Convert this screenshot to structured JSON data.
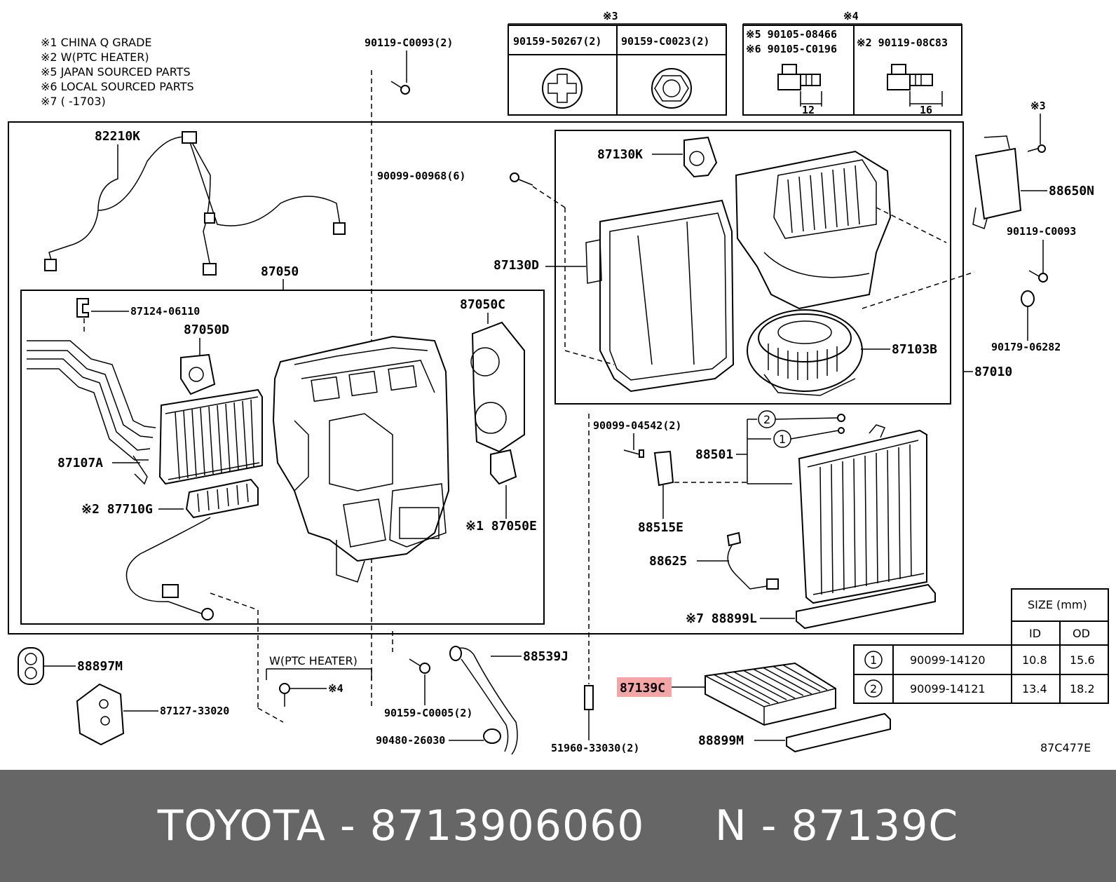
{
  "notes": [
    "※1 CHINA Q GRADE",
    "※2 W(PTC HEATER)",
    "※5 JAPAN SOURCED PARTS",
    "※6 LOCAL SOURCED PARTS",
    "※7 (        -1703)"
  ],
  "labels": {
    "p90119_top": "90119-C0093(2)",
    "mark3": "※3",
    "mark4": "※4",
    "p90159_50267": "90159-50267(2)",
    "p90159_c0023": "90159-C0023(2)",
    "p90105_08466": "※5 90105-08466",
    "p90105_c0196": "※6 90105-C0196",
    "p90119_08c83": "※2 90119-08C83",
    "dim12": "12",
    "dim16": "16",
    "p82210k": "82210K",
    "p87050": "87050",
    "p90099_00968": "90099-00968(6)",
    "p87130k": "87130K",
    "p87130d": "87130D",
    "p87010": "87010",
    "p88650n": "88650N",
    "mark3b": "※3",
    "p90119_c0093_r": "90119-C0093",
    "p90179_06282": "90179-06282",
    "p87103b": "87103B",
    "p87124_06110": "87124-06110",
    "p87050d": "87050D",
    "p87050c": "87050C",
    "p87107a": "87107A",
    "p87710g": "※2 87710G",
    "p87050e": "※1 87050E",
    "p90099_04542": "90099-04542(2)",
    "p88501": "88501",
    "p88515e": "88515E",
    "p88625": "88625",
    "p88899l": "※7 88899L",
    "p88897m": "88897M",
    "p87127_33020": "87127-33020",
    "wptc": "W(PTC HEATER)",
    "mark4b": "※4",
    "p90159_c0005": "90159-C0005(2)",
    "p88539j": "88539J",
    "p90480_26030": "90480-26030",
    "p51960_33030": "51960-33030(2)",
    "p87139c": "87139C",
    "p88899m": "88899M",
    "fig_code": "87C477E",
    "circ1": "1",
    "circ2": "2"
  },
  "size_table": {
    "title": "SIZE (mm)",
    "headers": [
      "ID",
      "OD"
    ],
    "rows": [
      {
        "idx": "1",
        "part": "90099-14120",
        "id": "10.8",
        "od": "15.6"
      },
      {
        "idx": "2",
        "part": "90099-14121",
        "id": "13.4",
        "od": "18.2"
      }
    ]
  },
  "highlight_color": "#f4a6a6",
  "footer": "TOYOTA - 8713906060     N - 87139C"
}
